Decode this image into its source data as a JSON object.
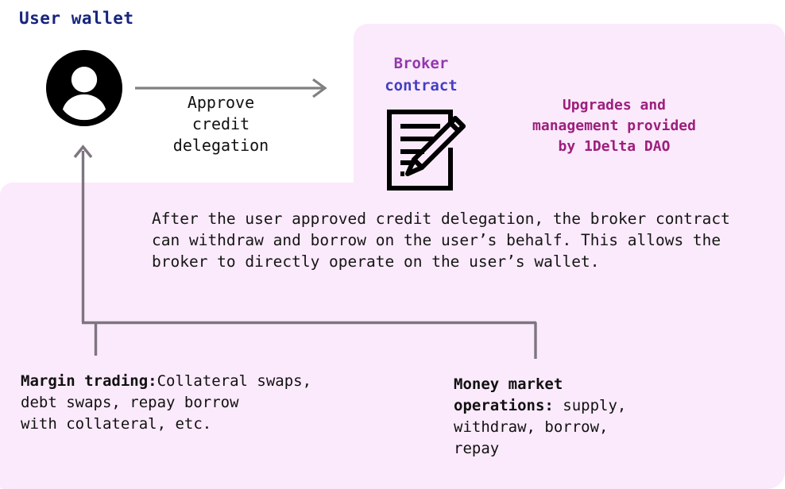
{
  "diagram": {
    "user_wallet_title": "User wallet",
    "broker_title": "Broker\ncontract",
    "upgrades_note": "Upgrades and\nmanagement provided\nby 1Delta DAO",
    "approve_label": "Approve\ncredit\ndelegation",
    "body_paragraph": "After the user approved credit delegation, the broker contract can withdraw and borrow on the user’s behalf. This allows the broker to directly operate on the user’s wallet.",
    "captions": [
      {
        "heading": "Margin trading:",
        "body": "Collateral swaps,\ndebt swaps, repay borrow\nwith collateral, etc."
      },
      {
        "heading": "Money market\noperations:",
        "body": " supply,\nwithdraw, borrow,\nrepay"
      }
    ],
    "icons": {
      "user": "user-avatar-icon",
      "contract": "contract-document-pencil-icon",
      "approve_arrow": "right-arrow-icon",
      "feedback_arrow": "up-arrow-icon"
    },
    "colors": {
      "panel_pink": "#fbeafb",
      "wallet_title": "#17257e",
      "broker_gradient_start": "#9336ae",
      "broker_gradient_end": "#3b3bc6",
      "upgrades_text": "#9c1f7d",
      "connector_gray": "#7d757f",
      "arrow_gray": "#808080",
      "icon_black": "#000000"
    }
  }
}
